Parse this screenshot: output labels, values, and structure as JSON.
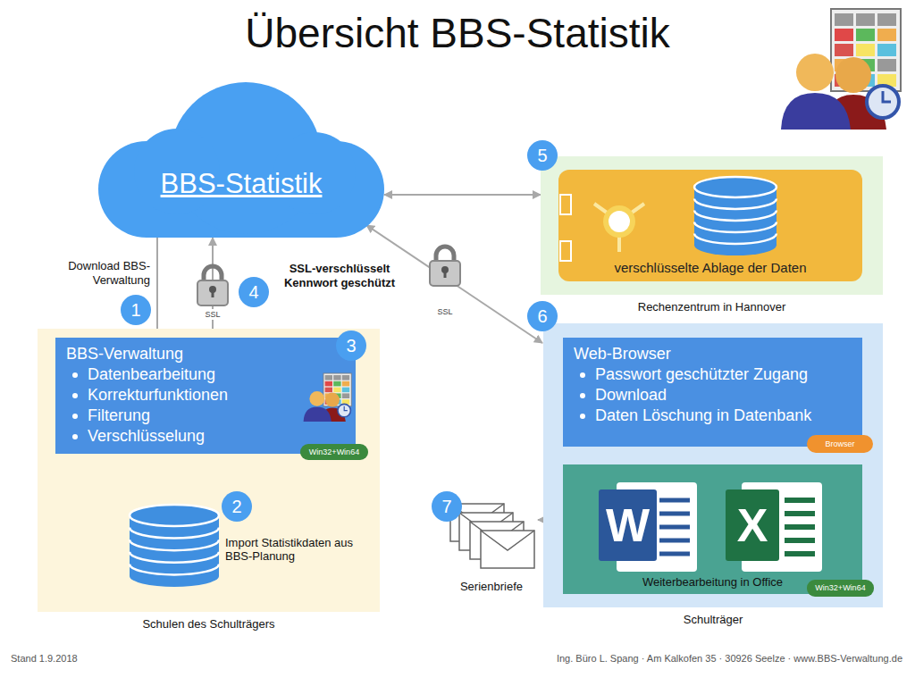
{
  "diagram": {
    "title": "Übersicht BBS-Statistik",
    "nodes": [
      {
        "text": [
          "BBS-Statistik"
        ]
      },
      {
        "text": [
          "Rechenzentrum in Hannover"
        ]
      },
      {
        "text": [
          "verschlüsselte Ablage der Daten"
        ],
        "in": 1
      },
      {
        "text": [
          "Schulen des Schulträgers"
        ]
      },
      {
        "text": [
          "BBS-Verwaltung",
          "Datenbearbeitung",
          "Korrekturfunktionen",
          "Filterung",
          "Verschlüsselung"
        ],
        "in": 3
      },
      {
        "text": [
          "Win32+Win64"
        ],
        "in": 4
      },
      {
        "text": [
          "Import Statistikdaten aus BBS-Planung"
        ],
        "in": 3
      },
      {
        "text": [
          "Schulträger"
        ]
      },
      {
        "text": [
          "Web-Browser",
          "Passwort geschützter Zugang",
          "Download",
          "Daten Löschung in Datenbank"
        ],
        "in": 7
      },
      {
        "text": [
          "Browser"
        ],
        "in": 8
      },
      {
        "text": [
          "Weiterbearbeitung in Office"
        ],
        "in": 7
      },
      {
        "text": [
          "Win32+Win64"
        ],
        "in": 10
      },
      {
        "text": [
          "Serienbriefe"
        ]
      }
    ],
    "edges": [
      {
        "from": 0,
        "to": 4,
        "arrow": "to",
        "label": "Download BBS-Verwaltung"
      },
      {
        "from": 4,
        "to": 0,
        "arrow": "to"
      },
      {
        "from": 0,
        "to": 1,
        "arrow": "both"
      },
      {
        "from": 0,
        "to": 7,
        "arrow": "both"
      },
      {
        "from": 6,
        "to": 4,
        "arrow": "to"
      },
      {
        "from": 8,
        "to": 10,
        "arrow": "to"
      },
      {
        "from": 10,
        "to": 12,
        "arrow": "to"
      }
    ],
    "labels": [
      "1",
      "2",
      "3",
      "4",
      "5",
      "6",
      "7",
      "SSL",
      "SSL",
      "SSL-verschlüsselt Kennwort geschützt",
      "W",
      "X",
      "Stand 1.9.2018",
      "Ing. Büro L. Spang · Am Kalkofen 35 · 30926 Seelze · www.BBS-Verwaltung.de"
    ]
  }
}
